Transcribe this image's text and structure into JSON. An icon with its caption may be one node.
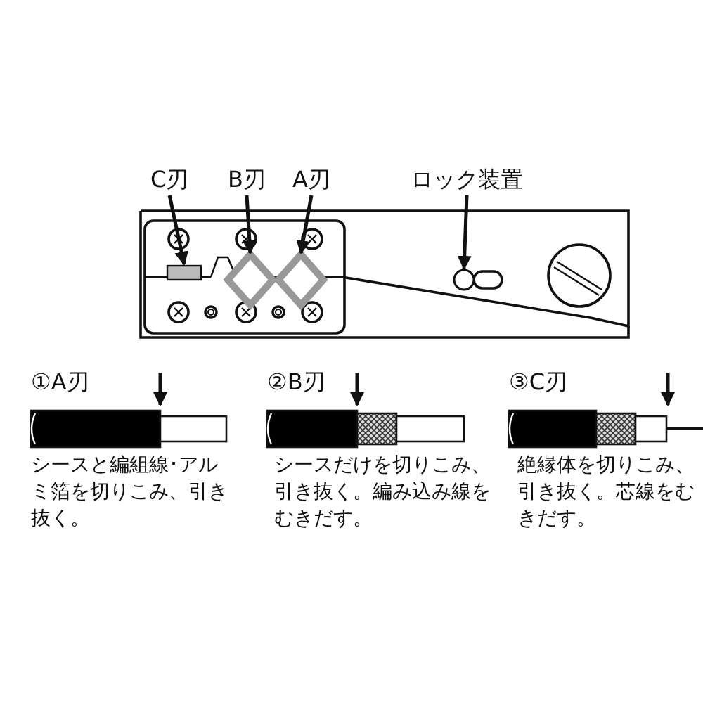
{
  "diagram": {
    "nodes": [
      {
        "text": [
          "C刃"
        ]
      },
      {
        "text": [
          "B刃"
        ]
      },
      {
        "text": [
          "A刃"
        ]
      },
      {
        "text": [
          "ロック装置"
        ]
      },
      {
        "text": [],
        "shape": "box"
      },
      {
        "text": [],
        "shape": "diamond"
      },
      {
        "text": [],
        "shape": "diamond"
      },
      {
        "text": [],
        "shape": "circle"
      }
    ],
    "edges": [
      {
        "from": 0,
        "to": 4,
        "arrow": "to"
      },
      {
        "from": 1,
        "to": 5,
        "arrow": "to"
      },
      {
        "from": 2,
        "to": 6,
        "arrow": "to"
      },
      {
        "from": 3,
        "to": 7,
        "arrow": "to"
      }
    ],
    "labels": [
      "①A刃",
      "②B刃",
      "③C刃",
      "シースと編組線･アルミ箔を切りこみ、引き抜く。",
      "シースだけを切りこみ、引き抜く。編み込み線をむきだす。",
      "絶縁体を切りこみ、引き抜く。芯線をむきだす。"
    ]
  }
}
